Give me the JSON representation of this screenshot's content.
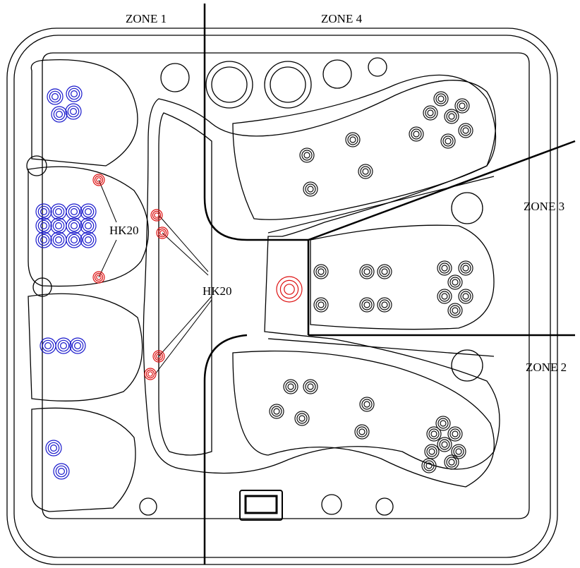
{
  "zones": {
    "zone1": "ZONE 1",
    "zone2": "ZONE 2",
    "zone3": "ZONE 3",
    "zone4": "ZONE 4"
  },
  "callouts": {
    "left": "HK20",
    "center": "HK20"
  },
  "colors": {
    "outline": "#000000",
    "jet_blue": "#1a1acc",
    "jet_red": "#dd1111",
    "jet_black": "#111111"
  }
}
